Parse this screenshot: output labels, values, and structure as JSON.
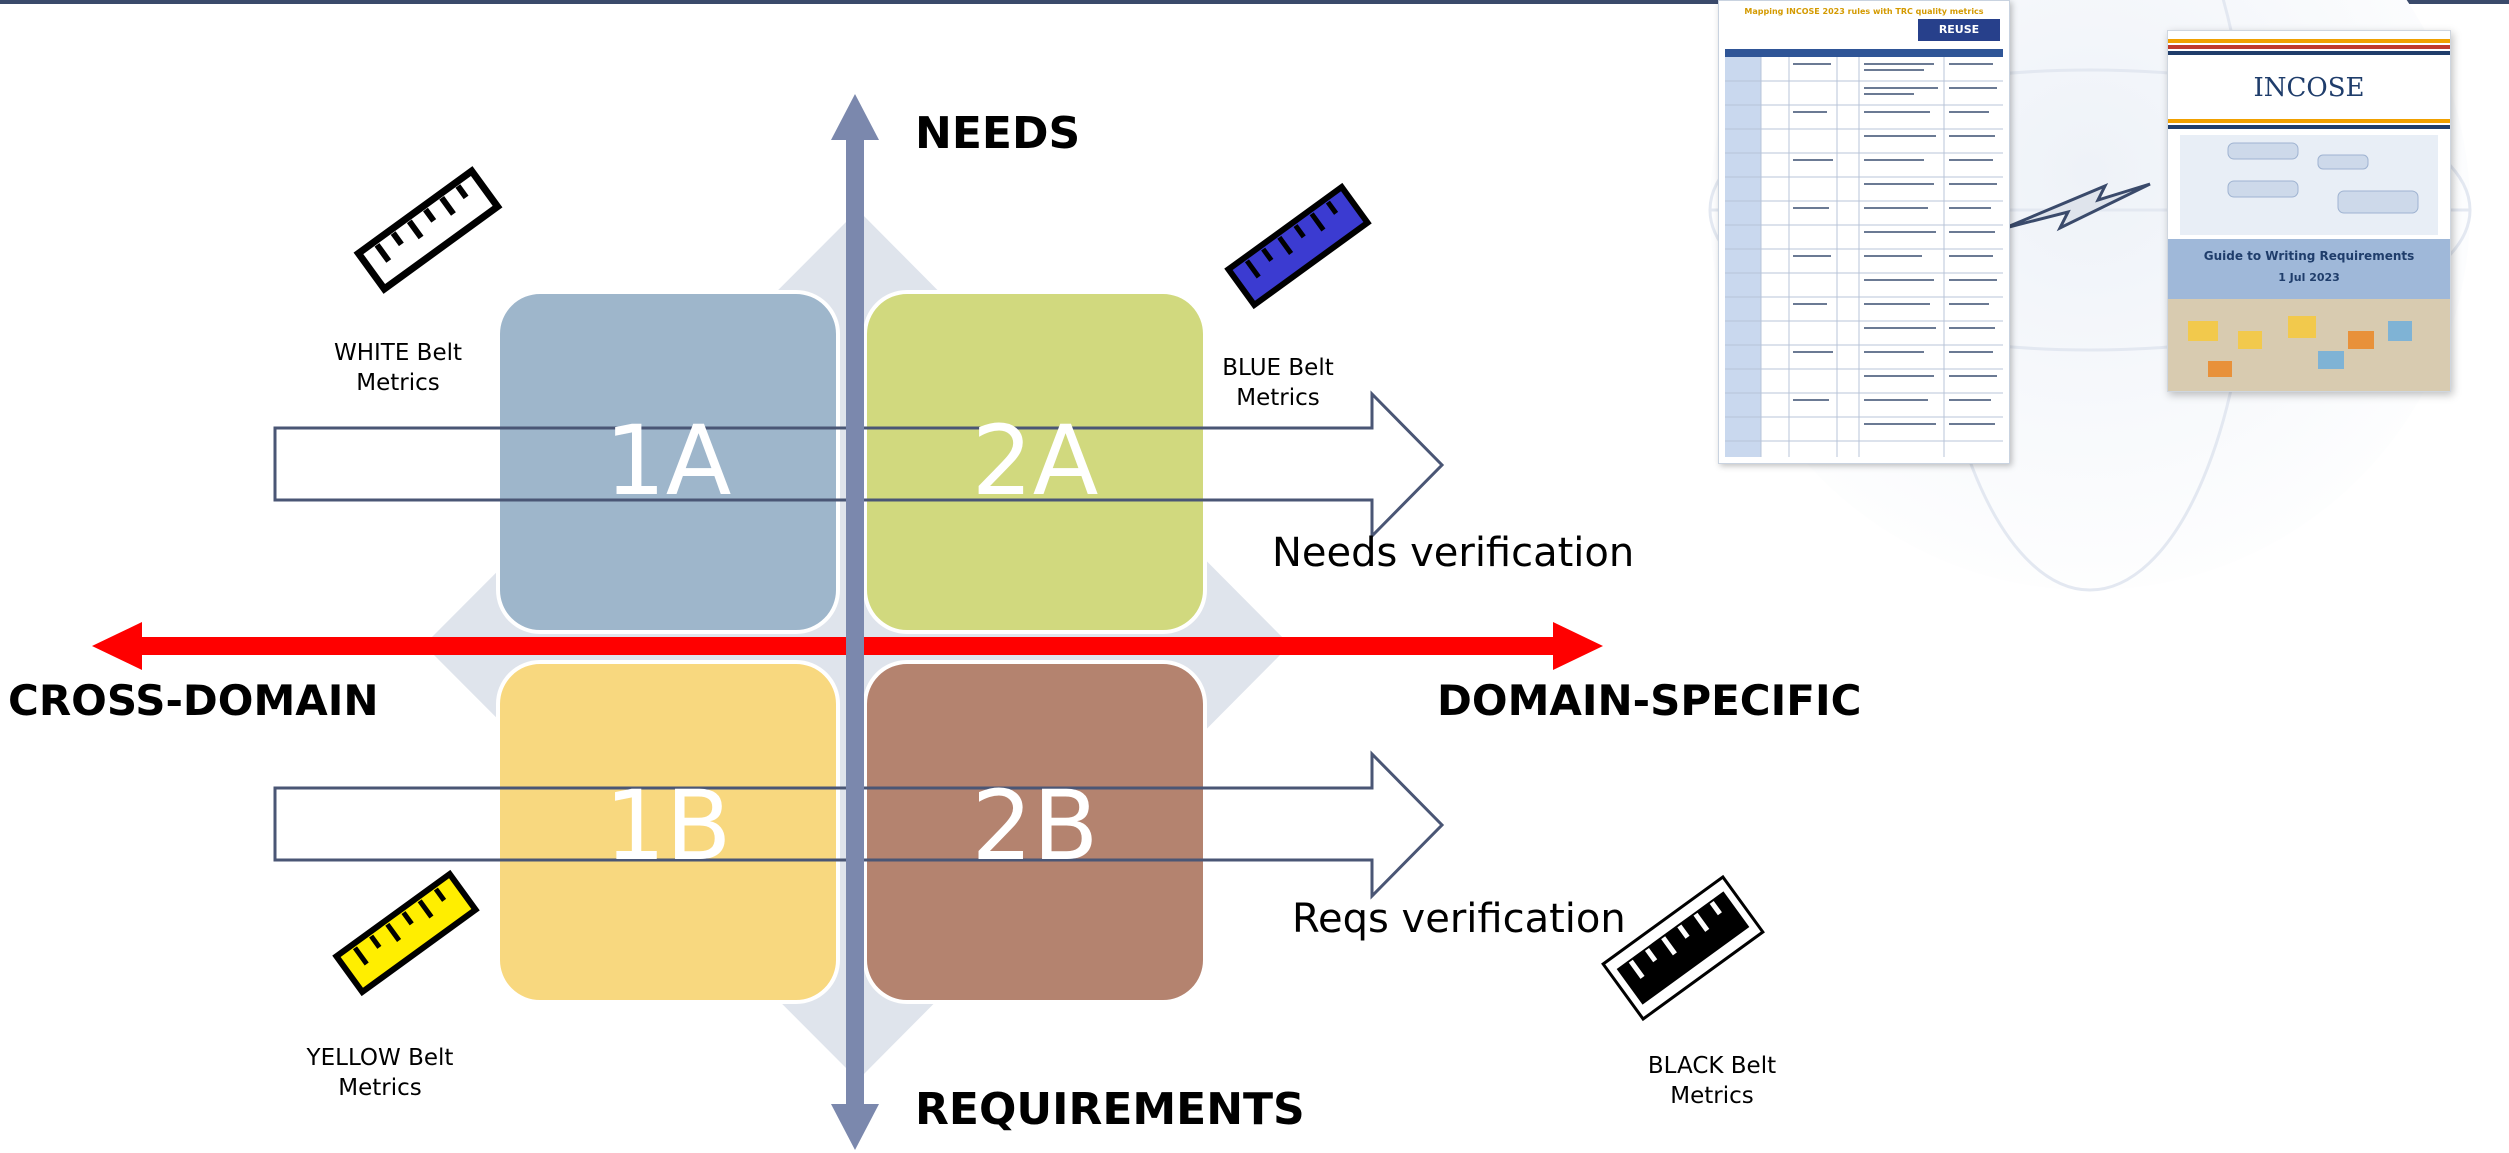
{
  "quadrants": {
    "q1a": {
      "label": "1A",
      "color": "#9eb6cb"
    },
    "q2a": {
      "label": "2A",
      "color": "#d1d97e"
    },
    "q1b": {
      "label": "1B",
      "color": "#f8d87f"
    },
    "q2b": {
      "label": "2B",
      "color": "#b4836f"
    }
  },
  "axes": {
    "top": "NEEDS",
    "bottom": "REQUIREMENTS",
    "left": "CROSS-DOMAIN",
    "right": "DOMAIN-SPECIFIC",
    "vertical_color": "#7b88ad",
    "horizontal_color": "#ff0000"
  },
  "verification": {
    "needs": "Needs verification",
    "reqs": "Reqs verification"
  },
  "belts": {
    "white": {
      "line1": "WHITE Belt",
      "line2": "Metrics",
      "color": "#ffffff"
    },
    "blue": {
      "line1": "BLUE Belt",
      "line2": "Metrics",
      "color": "#3b3bd1"
    },
    "yellow": {
      "line1": "YELLOW Belt",
      "line2": "Metrics",
      "color": "#ffee00"
    },
    "black": {
      "line1": "BLACK Belt",
      "line2": "Metrics",
      "color": "#000000"
    }
  },
  "documents": {
    "mapping_title": "Mapping INCOSE 2023 rules with TRC quality metrics",
    "reuse_logo": "REUSE",
    "guide_logo": "INCOSE",
    "guide_title": "Guide to Writing Requirements",
    "guide_date": "1 Jul 2023"
  }
}
